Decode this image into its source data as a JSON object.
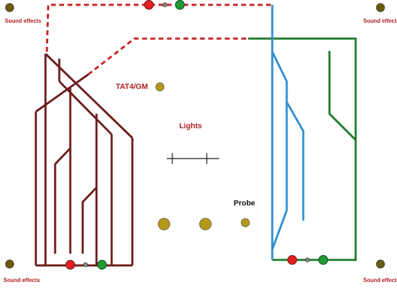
{
  "labels": {
    "sound_effects": "Sound effects",
    "tat4gm": "TAT4/GM",
    "lights": "Lights",
    "probe": "Probe"
  },
  "colors": {
    "maroon_track": "#6b1b1b",
    "dashed_track": "#cc1f1f",
    "blue_track": "#2d8fd6",
    "green_track": "#1f7a2a",
    "gold_marker": "#b59a1a",
    "olive_marker": "#6b5a10",
    "signal_red": "#e01f1f",
    "signal_green": "#1f9a36",
    "label_red": "#b01c1c"
  }
}
